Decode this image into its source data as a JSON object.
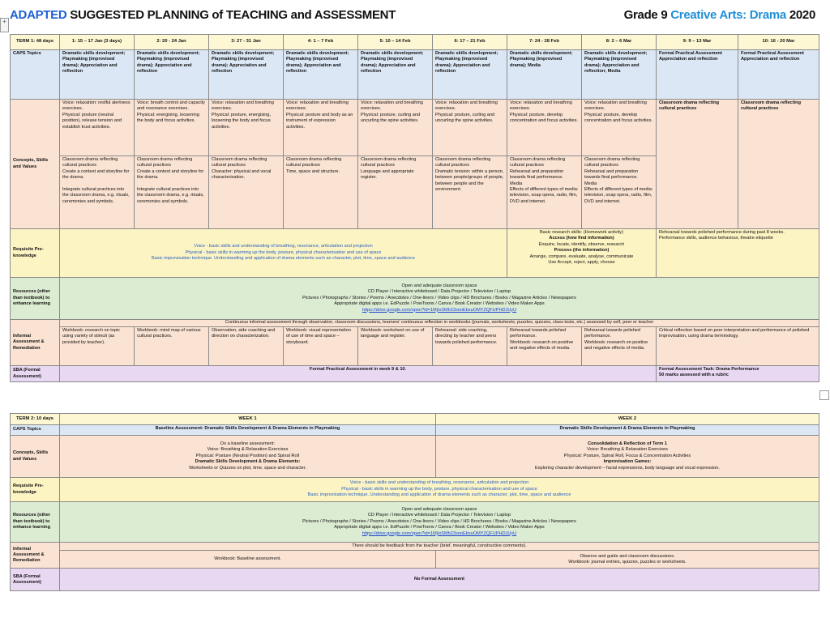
{
  "title": {
    "adapted": "ADAPTED",
    "rest": " SUGGESTED PLANNING of TEACHING and ASSESSMENT",
    "grade": "Grade 9 ",
    "subject": "Creative Arts: Drama",
    "year": " 2020"
  },
  "term1": {
    "label": "TERM 1: 48 days",
    "weeks": [
      "1: 15 – 17 Jan (3 days)",
      "2: 20 - 24 Jan",
      "3: 27 - 31 Jan",
      "4: 1 – 7 Feb",
      "5: 10 – 14 Feb",
      "6: 17 – 21 Feb",
      "7: 24 - 28 Feb",
      "8: 2 – 6 Mar",
      "9: 9 – 13 Mar",
      "10: 16 - 20 Mar"
    ],
    "rows": {
      "caps": "CAPS Topics",
      "concepts": "Concepts, Skills and Values",
      "prereq": "Requisite Pre-knowledge",
      "resources": "Resources (other than textbook) to enhance learning",
      "informal": "Informal Assessment & Remediation",
      "sba": "SBA (Formal Assessment)"
    },
    "caps": [
      "Dramatic skills development; Playmaking (improvised drama); Appreciation and reflection",
      "Dramatic skills development; Playmaking (improvised drama); Appreciation and reflection",
      "Dramatic skills development; Playmaking (improvised drama); Appreciation and reflection",
      "Dramatic skills development; Playmaking (improvised drama); Appreciation and reflection",
      "Dramatic skills development; Playmaking (improvised drama); Appreciation and reflection",
      "Dramatic skills development; Playmaking (improvised drama); Appreciation and reflection",
      "Dramatic skills development; Playmaking (improvised drama); Media",
      "Dramatic skills development; Playmaking (improvised drama); Appreciation and reflection; Media",
      "Formal Practical Assessment\nAppreciation and reflection",
      "Formal Practical Assessment\nAppreciation and reflection"
    ],
    "concepts_top": [
      "Voice: relaxation: restful alertness exercises.\nPhysical: posture (neutral position), release tension and establish trust activities.",
      "Voice: breath control and capacity and resonance exercises.\nPhysical: energising, loosening the body and focus activities.",
      "Voice: relaxation and breathing exercises.\nPhysical: posture, energising, loosening the body and focus activities.",
      "Voice: relaxation and breathing exercises.\nPhysical: posture and body as an instrument of expression activities.",
      "Voice: relaxation and breathing exercises.\nPhysical: posture, curling and uncurling the spine activities.",
      "Voice: relaxation and breathing exercises.\nPhysical: posture, curling and uncurling the spine activities.",
      "Voice: relaxation and breathing exercises.\nPhysical: posture, develop concentration and focus activities.",
      "Voice: relaxation and breathing exercises.\nPhysical: posture, develop concentration and focus activities.",
      "Classroom drama reflecting cultural practices",
      "Classroom drama reflecting cultural practices"
    ],
    "concepts_bottom": [
      "Classroom drama reflecting cultural practices\nCreate a context and storyline for the drama.\n\nIntegrate cultural practices into the classroom drama, e.g. rituals, ceremonies and symbols.",
      "Classroom drama reflecting cultural practices\nCreate a context and storyline for the drama.\n\nIntegrate cultural practices into the classroom drama, e.g. rituals, ceremonies and symbols.",
      "Classroom drama reflecting cultural practices\nCharacter: physical and vocal characterisation.",
      "Classroom drama reflecting cultural practices\nTime, space and structure.",
      "Classroom drama reflecting cultural practices\nLanguage and appropriate register.",
      "Classroom drama reflecting cultural practices\nDramatic tension: within a person, between people/groups of people, between people and the environment.",
      "Classroom drama reflecting cultural practices\nRehearsal and preparation towards final performance.\nMedia\nEffects of different types of media: television, soap opera, radio, film, DVD and internet.",
      "Classroom drama reflecting cultural practices\nRehearsal and preparation towards final performance.\nMedia\nEffects of different types of media: television, soap opera, radio, film, DVD and internet."
    ],
    "prereq_main": [
      "Voice - basic skills and understanding of breathing, resonance, articulation and projection",
      "Physical - basic skills in warming up the body, posture, physical characterisation and use of space",
      "Basic improvisation technique.  Understanding and application of drama elements such as character, plot, time, space and audience"
    ],
    "prereq_research": [
      "Basic research skills: (Homework activity)",
      "Access (how find information)",
      "Enquire, locate, identify, observe, research",
      "Process (the information)",
      "Arrange, compare, evaluate, analyse, communicate",
      "Use Accept, reject, apply, choose"
    ],
    "prereq_last": "Rehearsal towards polished performance during past 8 weeks.\nPerformance skills, audience behaviour, theatre etiquette",
    "resources": [
      "Open and adequate classroom space",
      "CD Player / Interactive whiteboard / Data Projector / Television / Laptop",
      "Pictures / Photographs / Stories / Poems / Anecdotes / One-liners / Video clips / HD Brochures / Books / Magazine Articles / Newspapers",
      "Appropriate digital apps i.e. EdPuzzle / PowToons / Canva / Book Creator / Websites / Video Maker Apps",
      "https://drive.google.com/open?id=1MjIxSMh23xeoEbxuOMYZQFUPHDJUyU"
    ],
    "informal_banner": "Continuous informal assessment through observation, classroom discussions, learners' continuous reflection in workbooks (journals, worksheets, puzzles, quizzes, class tests, etc.) assessed by self, peer or teacher",
    "informal": [
      "Workbook: research on topic using variety of stimuli (as provided by teacher).",
      "Workbook: mind map of various cultural practices.",
      "Observation, side coaching and direction on characterization.",
      "Workbook: visual representation of use of time and space – storyboard.",
      "Workbook: worksheet on use of language and register.",
      "Rehearsal: side coaching, directing by teacher and peers towards polished performance.",
      "Rehearsal towards polished performance.\nWorkbook: research on positive and negative effects of media.",
      "Rehearsal towards polished performance.\nWorkbook: research on positive and negative effects of media.",
      "Critical reflection based on peer interpretation and performance of polished improvisation, using drama terminology."
    ],
    "sba_main": "Formal Practical Assessment in week 9 & 10.",
    "sba_last": "Formal Assessment Task: Drama Performance\n50 marks assessed with a rubric"
  },
  "term2": {
    "label": "TERM 2: 10 days",
    "weeks": [
      "WEEK 1",
      "WEEK 2"
    ],
    "caps": [
      "Baseline Assessment: Dramatic Skills Development & Drama Elements in Playmaking",
      "Dramatic Skills Development & Drama Elements in Playmaking"
    ],
    "concepts_w1": [
      "Do a baseline assessment:",
      "Voice: Breathing & Relaxation Exercises",
      "Physical: Posture (Neutral Position) and Spinal Roll",
      "Dramatic Skills Development & Drama Elements:",
      "Worksheets or Quizzes on plot, time, space and character."
    ],
    "concepts_w2": [
      "Consolidation & Reflection of Term 1",
      "Voice: Breathing & Relaxation Exercises",
      "Physical: Posture, Spinal Roll, Focus & Concentration Activities",
      "Improvisation Games:",
      "Exploring character development – facial expressions, body language and vocal expression."
    ],
    "prereq": [
      "Voice - basic skills and understanding of breathing, resonance, articulation and projection",
      "Physical - basic skills in warming up the body, posture, physical characterisation and use of space",
      "Basic improvisation technique.  Understanding and application of drama elements such as character, plot, time, space and audience"
    ],
    "resources": [
      "Open and adequate classroom space",
      "CD Player / Interactive whiteboard / Data Projector / Television / Laptop",
      "Pictures / Photographs / Stories / Poems / Anecdotes / One-liners / Video clips / HD Brochures / Books / Magazine Articles / Newspapers",
      "Appropriate digital apps i.e. EdPuzzle / PowToons / Canva / Book Creator / Websites / Video Maker Apps",
      "https://drive.google.com/open?id=1MjIxSMh23xeoEbxuOMYZQFUPHDJUyU"
    ],
    "informal_banner": "There should be feedback from the teacher (brief, meaningful, constructive comments).",
    "informal_w1": "Workbook: Baseline assessment.",
    "informal_w2": "Observe and guide and classroom discussions.\nWorkbook: journal entries, quizzes, puzzles or worksheets.",
    "sba": "No Formal Assessment"
  }
}
